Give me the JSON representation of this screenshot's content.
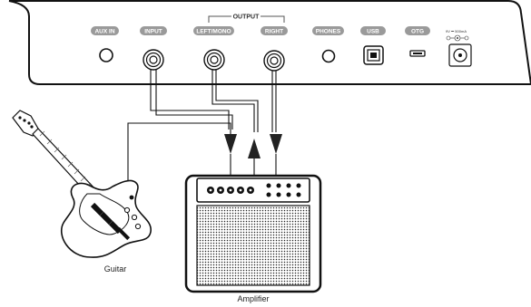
{
  "device": {
    "output_group_label": "OUTPUT",
    "ports": [
      {
        "label": "AUX IN"
      },
      {
        "label": "INPUT"
      },
      {
        "label": "LEFT/MONO"
      },
      {
        "label": "RIGHT"
      },
      {
        "label": "PHONES"
      },
      {
        "label": "USB"
      },
      {
        "label": "OTG"
      }
    ],
    "power_label": "9V ⎓ 500mA"
  },
  "guitar": {
    "label": "Guitar"
  },
  "amplifier": {
    "label": "Amplifier"
  }
}
